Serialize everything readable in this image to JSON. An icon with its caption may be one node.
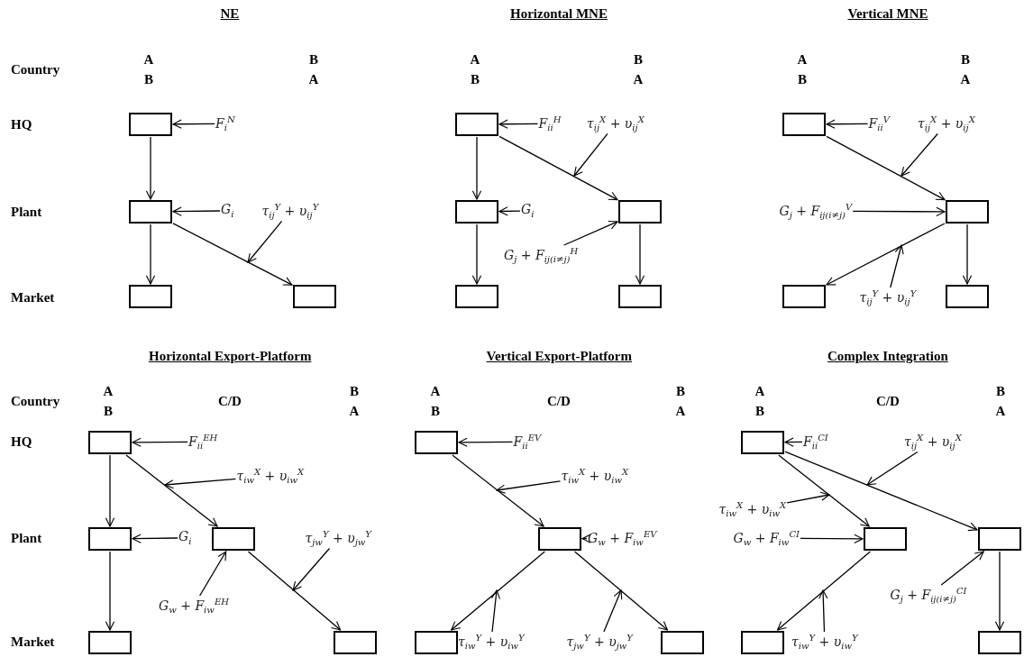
{
  "diagram": {
    "nodes": [
      {
        "text": [],
        "shape": "box"
      },
      {
        "text": [],
        "shape": "box"
      },
      {
        "text": [],
        "shape": "box"
      },
      {
        "text": [],
        "shape": "box"
      },
      {
        "text": [
          "F$_{i}$$^{N}$"
        ]
      },
      {
        "text": [
          "G$_{i}$"
        ]
      },
      {
        "text": [
          "τ$_{ij}$$^{Y}$ + υ$_{ij}$$^{Y}$"
        ]
      },
      {
        "text": [],
        "shape": "box"
      },
      {
        "text": [],
        "shape": "box"
      },
      {
        "text": [],
        "shape": "box"
      },
      {
        "text": [],
        "shape": "box"
      },
      {
        "text": [],
        "shape": "box"
      },
      {
        "text": [
          "F$_{ii}$$^{H}$"
        ]
      },
      {
        "text": [
          "τ$_{ij}$$^{X}$ + υ$_{ij}$$^{X}$"
        ]
      },
      {
        "text": [
          "G$_{i}$"
        ]
      },
      {
        "text": [
          "G$_{j}$ + F$_{ij(i≠j)}$$^{H}$"
        ]
      },
      {
        "text": [],
        "shape": "box"
      },
      {
        "text": [],
        "shape": "box"
      },
      {
        "text": [],
        "shape": "box"
      },
      {
        "text": [],
        "shape": "box"
      },
      {
        "text": [
          "F$_{ii}$$^{V}$"
        ]
      },
      {
        "text": [
          "τ$_{ij}$$^{X}$ + υ$_{ij}$$^{X}$"
        ]
      },
      {
        "text": [
          "G$_{j}$ + F$_{ij(i≠j)}$$^{V}$"
        ]
      },
      {
        "text": [
          "τ$_{ij}$$^{Y}$ + υ$_{ij}$$^{Y}$"
        ]
      },
      {
        "text": [],
        "shape": "box"
      },
      {
        "text": [],
        "shape": "box"
      },
      {
        "text": [],
        "shape": "box"
      },
      {
        "text": [],
        "shape": "box"
      },
      {
        "text": [],
        "shape": "box"
      },
      {
        "text": [
          "F$_{ii}$$^{EH}$"
        ]
      },
      {
        "text": [
          "τ$_{iw}$$^{X}$ + υ$_{iw}$$^{X}$"
        ]
      },
      {
        "text": [
          "G$_{i}$"
        ]
      },
      {
        "text": [
          "τ$_{jw}$$^{Y}$ + υ$_{jw}$$^{Y}$"
        ]
      },
      {
        "text": [
          "G$_{w}$ + F$_{iw}$$^{EH}$"
        ]
      },
      {
        "text": [],
        "shape": "box"
      },
      {
        "text": [],
        "shape": "box"
      },
      {
        "text": [],
        "shape": "box"
      },
      {
        "text": [],
        "shape": "box"
      },
      {
        "text": [
          "F$_{ii}$$^{EV}$"
        ]
      },
      {
        "text": [
          "τ$_{iw}$$^{X}$ + υ$_{iw}$$^{X}$"
        ]
      },
      {
        "text": [
          "G$_{w}$ + F$_{iw}$$^{EV}$"
        ]
      },
      {
        "text": [
          "τ$_{iw}$$^{Y}$ + υ$_{iw}$$^{Y}$"
        ]
      },
      {
        "text": [
          "τ$_{jw}$$^{Y}$ + υ$_{jw}$$^{Y}$"
        ]
      },
      {
        "text": [],
        "shape": "box"
      },
      {
        "text": [],
        "shape": "box"
      },
      {
        "text": [],
        "shape": "box"
      },
      {
        "text": [],
        "shape": "box"
      },
      {
        "text": [],
        "shape": "box"
      },
      {
        "text": [
          "F$_{ii}$$^{CI}$"
        ]
      },
      {
        "text": [
          "τ$_{ij}$$^{X}$ + υ$_{ij}$$^{X}$"
        ]
      },
      {
        "text": [
          "τ$_{iw}$$^{X}$ + υ$_{iw}$$^{X}$"
        ]
      },
      {
        "text": [
          "G$_{w}$ + F$_{iw}$$^{CI}$"
        ]
      },
      {
        "text": [
          "G$_{j}$ + F$_{ij(i≠j)}$$^{CI}$"
        ]
      },
      {
        "text": [
          "τ$_{iw}$$^{Y}$ + υ$_{iw}$$^{Y}$"
        ]
      }
    ],
    "edges": [
      {
        "from": 0,
        "to": 1,
        "arrow": "to"
      },
      {
        "from": 1,
        "to": 2,
        "arrow": "to"
      },
      {
        "from": 1,
        "to": 3,
        "arrow": "to"
      },
      {
        "from": 4,
        "to": 0,
        "arrow": "to"
      },
      {
        "from": 5,
        "to": 1,
        "arrow": "to"
      },
      {
        "from": 6,
        "to": null,
        "arrow": "to"
      },
      {
        "from": 7,
        "to": 8,
        "arrow": "to"
      },
      {
        "from": 7,
        "to": 9,
        "arrow": "to"
      },
      {
        "from": 8,
        "to": 10,
        "arrow": "to"
      },
      {
        "from": 9,
        "to": 11,
        "arrow": "to"
      },
      {
        "from": 12,
        "to": 7,
        "arrow": "to"
      },
      {
        "from": 13,
        "to": null,
        "arrow": "to"
      },
      {
        "from": 14,
        "to": 8,
        "arrow": "to"
      },
      {
        "from": 15,
        "to": 9,
        "arrow": "to"
      },
      {
        "from": 16,
        "to": 17,
        "arrow": "to"
      },
      {
        "from": 17,
        "to": 18,
        "arrow": "to"
      },
      {
        "from": 17,
        "to": 19,
        "arrow": "to"
      },
      {
        "from": 20,
        "to": 16,
        "arrow": "to"
      },
      {
        "from": 21,
        "to": null,
        "arrow": "to"
      },
      {
        "from": 22,
        "to": 17,
        "arrow": "to"
      },
      {
        "from": 23,
        "to": null,
        "arrow": "to"
      },
      {
        "from": 24,
        "to": 25,
        "arrow": "to"
      },
      {
        "from": 24,
        "to": 26,
        "arrow": "to"
      },
      {
        "from": 25,
        "to": 27,
        "arrow": "to"
      },
      {
        "from": 26,
        "to": 28,
        "arrow": "to"
      },
      {
        "from": 29,
        "to": 24,
        "arrow": "to"
      },
      {
        "from": 30,
        "to": null,
        "arrow": "to"
      },
      {
        "from": 31,
        "to": 25,
        "arrow": "to"
      },
      {
        "from": 32,
        "to": null,
        "arrow": "to"
      },
      {
        "from": 33,
        "to": 26,
        "arrow": "to"
      },
      {
        "from": 34,
        "to": 35,
        "arrow": "to"
      },
      {
        "from": 35,
        "to": 36,
        "arrow": "to"
      },
      {
        "from": 35,
        "to": 37,
        "arrow": "to"
      },
      {
        "from": 38,
        "to": 34,
        "arrow": "to"
      },
      {
        "from": 39,
        "to": null,
        "arrow": "to"
      },
      {
        "from": 40,
        "to": 35,
        "arrow": "to"
      },
      {
        "from": 41,
        "to": null,
        "arrow": "to"
      },
      {
        "from": 42,
        "to": null,
        "arrow": "to"
      },
      {
        "from": 43,
        "to": 44,
        "arrow": "to"
      },
      {
        "from": 43,
        "to": 45,
        "arrow": "to"
      },
      {
        "from": 44,
        "to": 46,
        "arrow": "to"
      },
      {
        "from": 45,
        "to": 47,
        "arrow": "to"
      },
      {
        "from": 48,
        "to": 43,
        "arrow": "to"
      },
      {
        "from": 49,
        "to": null,
        "arrow": "to"
      },
      {
        "from": 50,
        "to": null,
        "arrow": "to"
      },
      {
        "from": 51,
        "to": 44,
        "arrow": "to"
      },
      {
        "from": 52,
        "to": 45,
        "arrow": "to"
      },
      {
        "from": 53,
        "to": null,
        "arrow": "to"
      }
    ],
    "labels": [
      "NE",
      "Horizontal MNE",
      "Vertical MNE",
      "Country",
      "A",
      "B",
      "A",
      "B",
      "A",
      "B",
      "B",
      "A",
      "B",
      "A",
      "B",
      "A",
      "HQ",
      "Plant",
      "Market",
      "Horizontal Export-Platform",
      "Vertical Export-Platform",
      "Complex Integration",
      "Country",
      "A",
      "C/D",
      "B",
      "A",
      "C/D",
      "B",
      "A",
      "C/D",
      "B",
      "B",
      "A",
      "B",
      "A",
      "B",
      "A",
      "HQ",
      "Plant",
      "Market"
    ]
  }
}
